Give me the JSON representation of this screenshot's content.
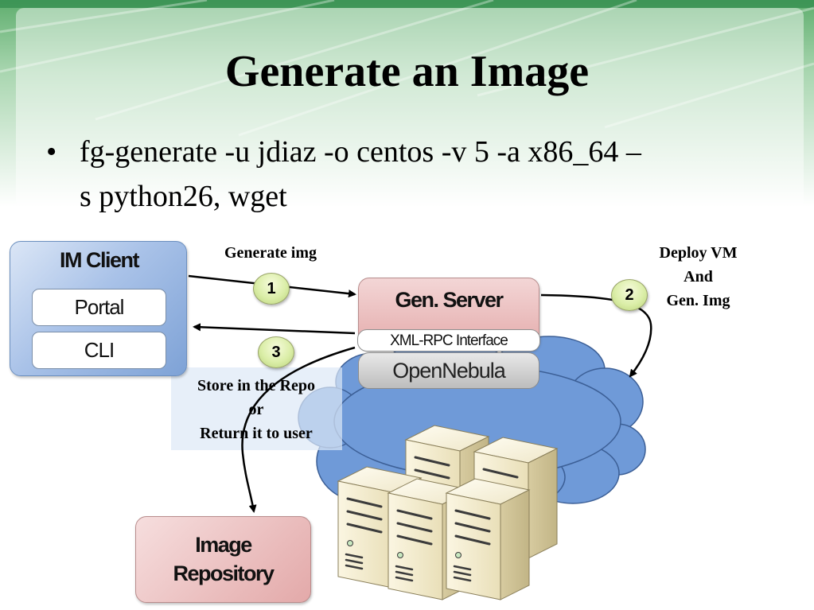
{
  "slide": {
    "title": "Generate an Image",
    "bullet": {
      "symbol": "•",
      "lines": [
        "fg-generate -u jdiaz -o centos -v 5 -a x86_64 –",
        "s python26, wget"
      ]
    }
  },
  "diagram": {
    "client": {
      "title": "IM Client",
      "items": [
        "Portal",
        "CLI"
      ]
    },
    "server": {
      "title": "Gen. Server",
      "interface": "XML-RPC Interface",
      "backend": "OpenNebula"
    },
    "repository": {
      "lines": [
        "Image",
        "Repository"
      ]
    },
    "labels": {
      "generate": "Generate img",
      "deploy": [
        "Deploy VM",
        "And",
        "Gen. Img"
      ],
      "store": [
        "Store in the Repo",
        "or",
        "Return it to user"
      ]
    },
    "steps": [
      "1",
      "2",
      "3"
    ]
  },
  "colors": {
    "client_blue": "#8fb0e0",
    "server_pink": "#e8b4b4",
    "cloud_blue": "#6f9ad8",
    "badge_green": "#d8eca4",
    "header_green": "#3f9e5c"
  }
}
